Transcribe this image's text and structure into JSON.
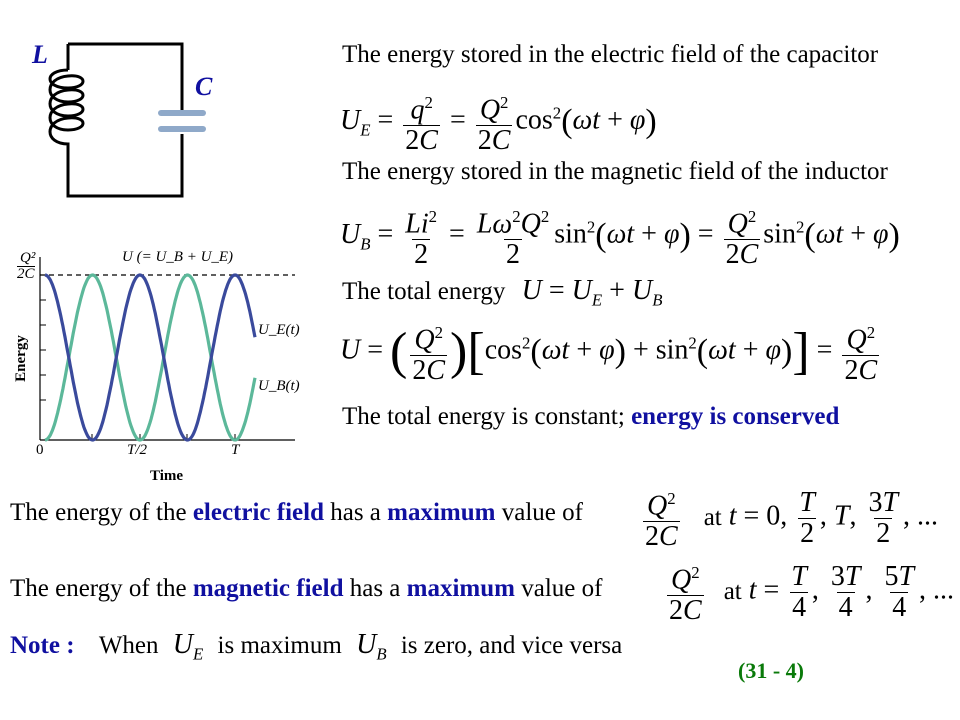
{
  "circuit": {
    "inductor_label": "L",
    "capacitor_label": "C"
  },
  "graph": {
    "y_axis_label": "Energy",
    "x_axis_label": "Time",
    "top_label": "U (= U_B + U_E)",
    "max_numerator": "Q²",
    "max_denominator": "2C",
    "tick_0": "0",
    "tick_half": "T/2",
    "tick_T": "T",
    "curve_e_label": "U_E(t)",
    "curve_b_label": "U_B(t)",
    "colors": {
      "electric": "#3a4a9c",
      "magnetic": "#5cb89a"
    }
  },
  "text": {
    "electric_intro": "The energy stored in the electric field of the capacitor",
    "magnetic_intro": "The energy stored in the magnetic field of the inductor",
    "total_intro": "The total energy",
    "conserved_plain": "The total energy is constant; ",
    "conserved_bold": "energy is conserved",
    "efield_1": "The energy of the ",
    "efield_2": "electric field",
    "efield_3": " has a ",
    "efield_4": "maximum",
    "efield_5": " value of",
    "mfield_2": "magnetic field",
    "at_t": "at",
    "note_label": "Note :",
    "note_1": "When",
    "note_2": "is maximum",
    "note_3": "is zero, and vice versa"
  },
  "slide_number": "(31 - 4)"
}
